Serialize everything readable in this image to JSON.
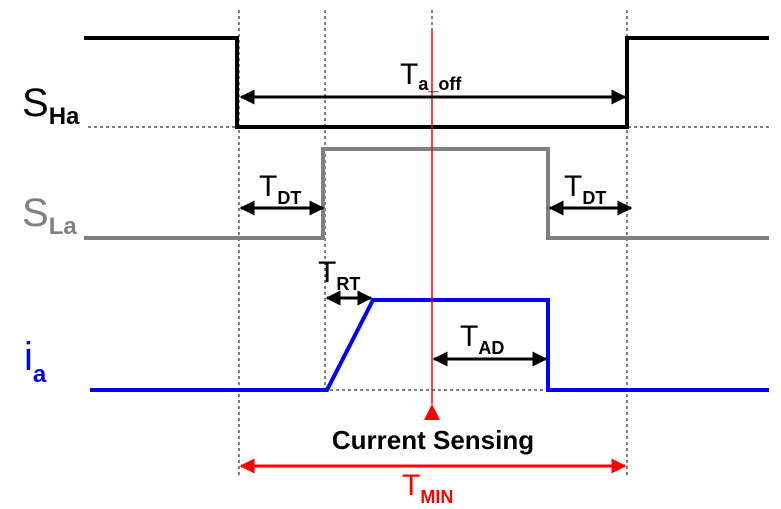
{
  "signals": {
    "sha": {
      "main": "S",
      "sub": "Ha"
    },
    "sla": {
      "main": "S",
      "sub": "La"
    },
    "ia": {
      "main": "i",
      "sub": "a"
    }
  },
  "intervals": {
    "t_a_off": {
      "main": "T",
      "sub": "a_off"
    },
    "t_dt_left": {
      "main": "T",
      "sub": "DT"
    },
    "t_dt_right": {
      "main": "T",
      "sub": "DT"
    },
    "t_rt": {
      "main": "T",
      "sub": "RT"
    },
    "t_ad": {
      "main": "T",
      "sub": "AD"
    },
    "t_min": {
      "main": "T",
      "sub": "MIN"
    }
  },
  "sampling": {
    "label": "Current Sensing"
  },
  "colors": {
    "sha": "#000000",
    "sla": "#808080",
    "ia": "#0000ff",
    "sensing": "#ff0000",
    "guide": "#000000"
  }
}
